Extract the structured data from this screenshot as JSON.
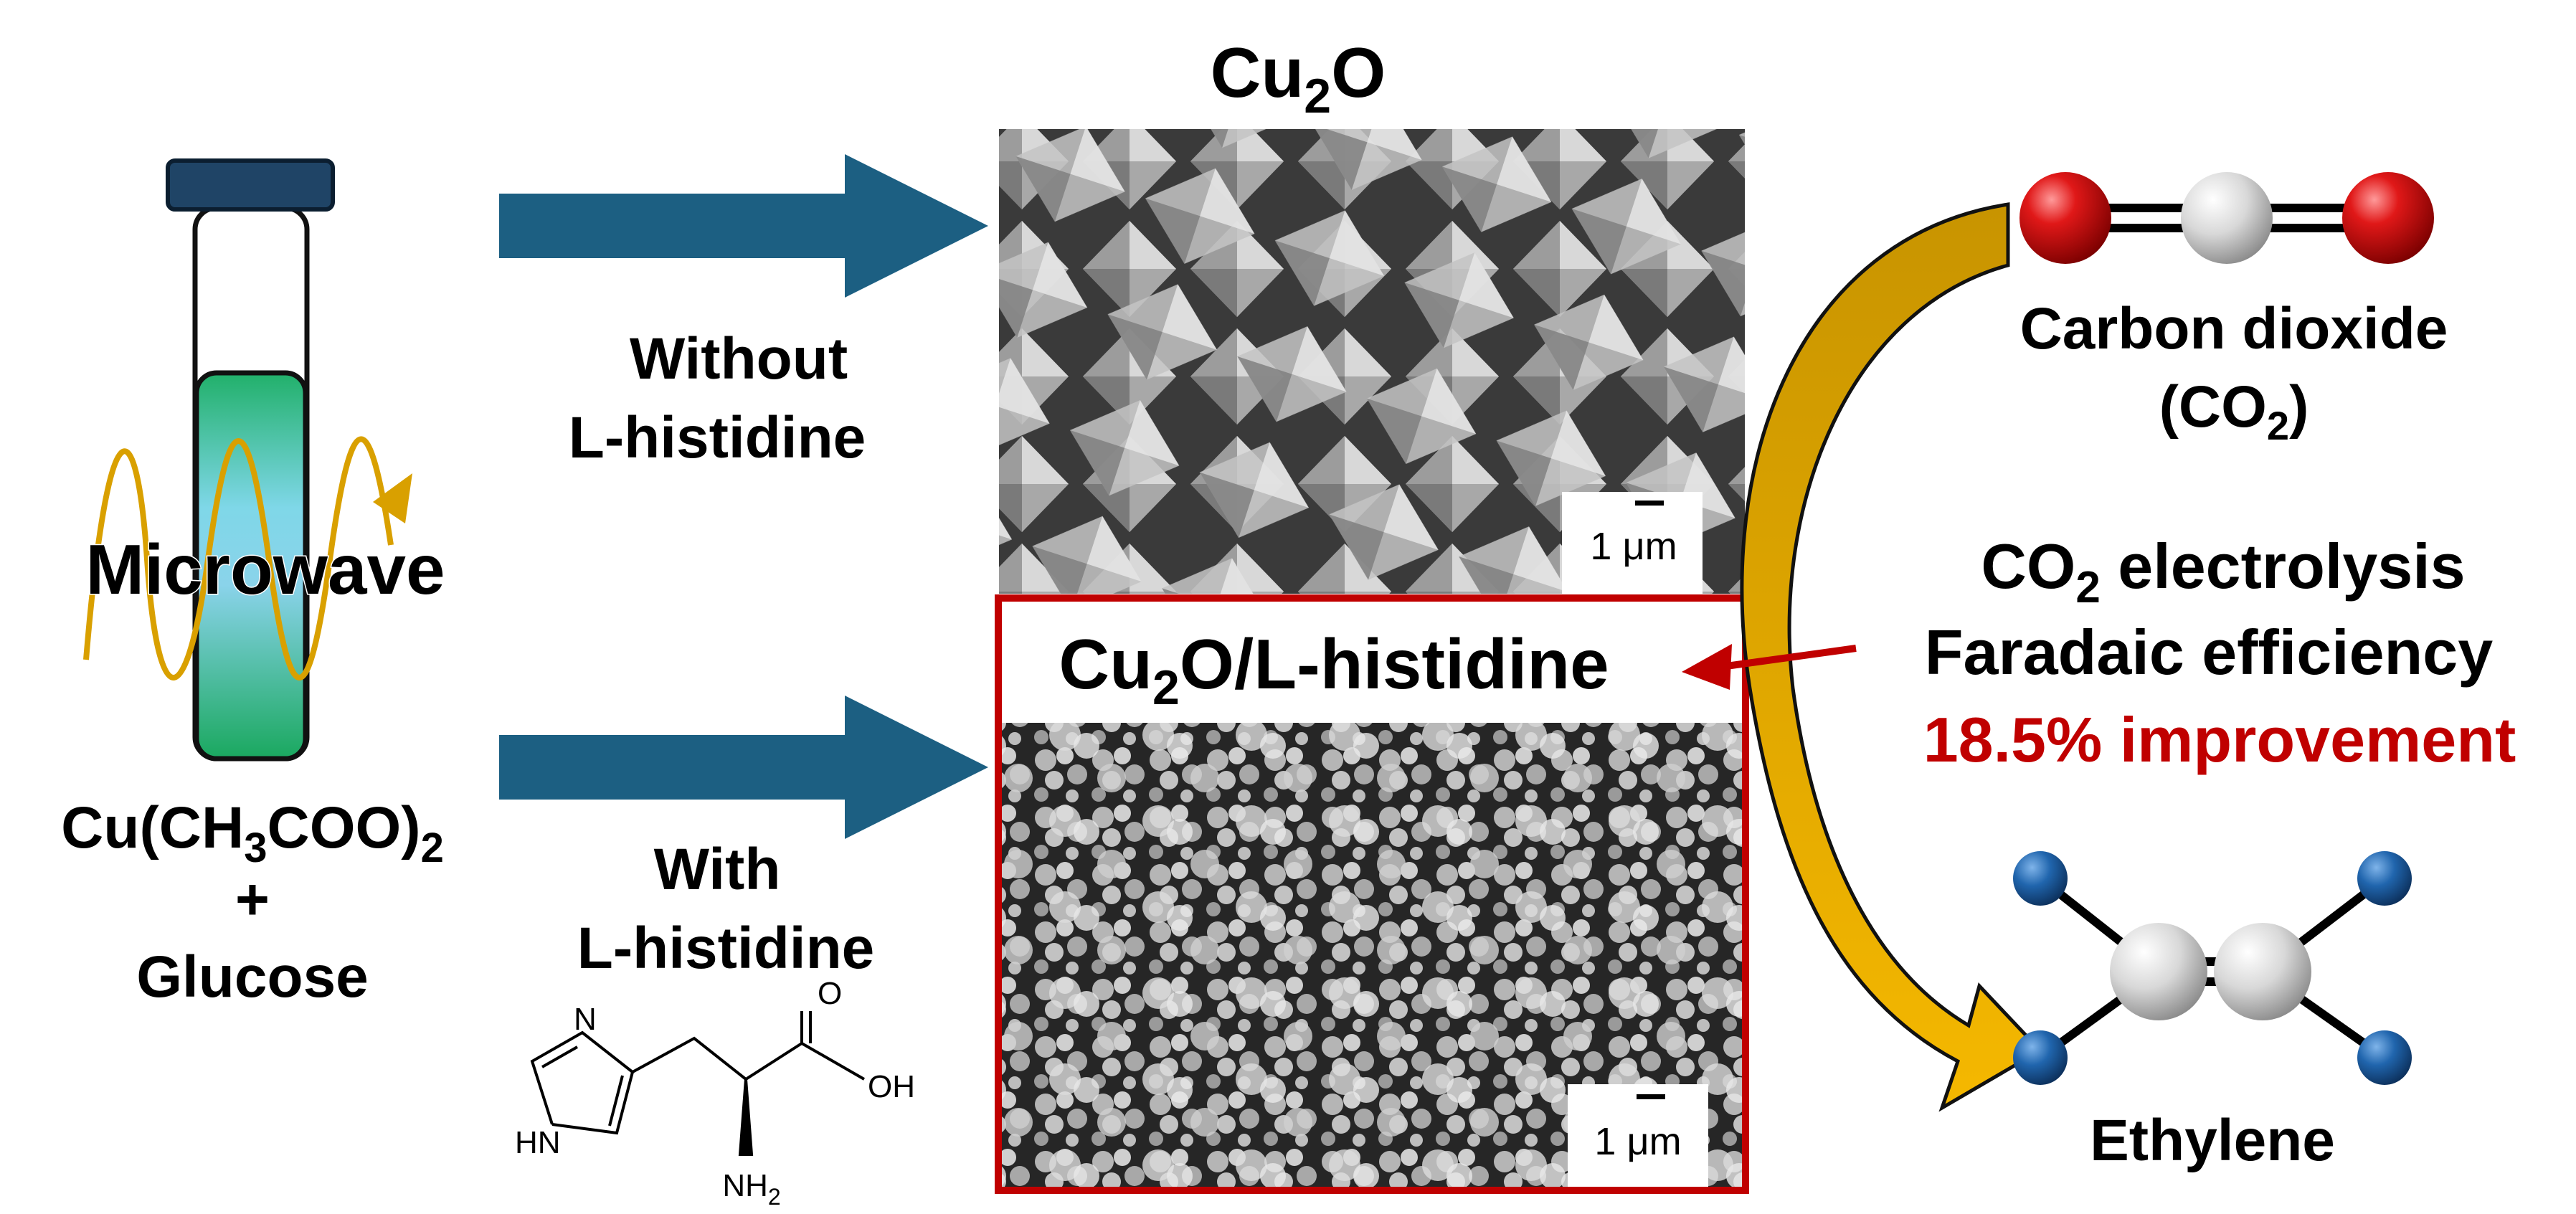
{
  "left": {
    "microwave_label": "Microwave",
    "reagent_line1": "Cu(CH",
    "reagent_sub1": "3",
    "reagent_mid": "COO)",
    "reagent_sub2": "2",
    "plus": "+",
    "reagent_line3": "Glucose"
  },
  "paths": {
    "without_line1": "Without",
    "without_line2": "L-histidine",
    "with_line1": "With",
    "with_line2": "L-histidine"
  },
  "histidine_structure": {
    "atom_O": "O",
    "atom_OH": "OH",
    "atom_N": "N",
    "atom_HN": "HN",
    "atom_NH2": "NH",
    "atom_NH2_sub": "2"
  },
  "top_panel": {
    "title_main": "Cu",
    "title_sub": "2",
    "title_end": "O",
    "scale_label": "1 μm"
  },
  "bottom_panel": {
    "title_main": "Cu",
    "title_sub": "2",
    "title_end": "O/L-histidine",
    "scale_label": "1 μm"
  },
  "right": {
    "co2_name": "Carbon dioxide",
    "co2_formula_open": "(CO",
    "co2_formula_sub": "2",
    "co2_formula_close": ")",
    "electrolysis_main": "CO",
    "electrolysis_sub": "2",
    "electrolysis_end": " electrolysis",
    "faradaic": "Faradaic efficiency",
    "improvement": "18.5% improvement",
    "ethylene": "Ethylene"
  },
  "colors": {
    "process_arrow": "#1c5f82",
    "highlight_red": "#c00000",
    "curve_arrow": "#e8b000",
    "test_tube_liquid": "#1fb36b",
    "tube_cap": "#1f4466",
    "oxygen_atom": "#d01010",
    "carbon_atom": "#d9d9d9",
    "hydrogen_atom": "#1f5e9e"
  }
}
